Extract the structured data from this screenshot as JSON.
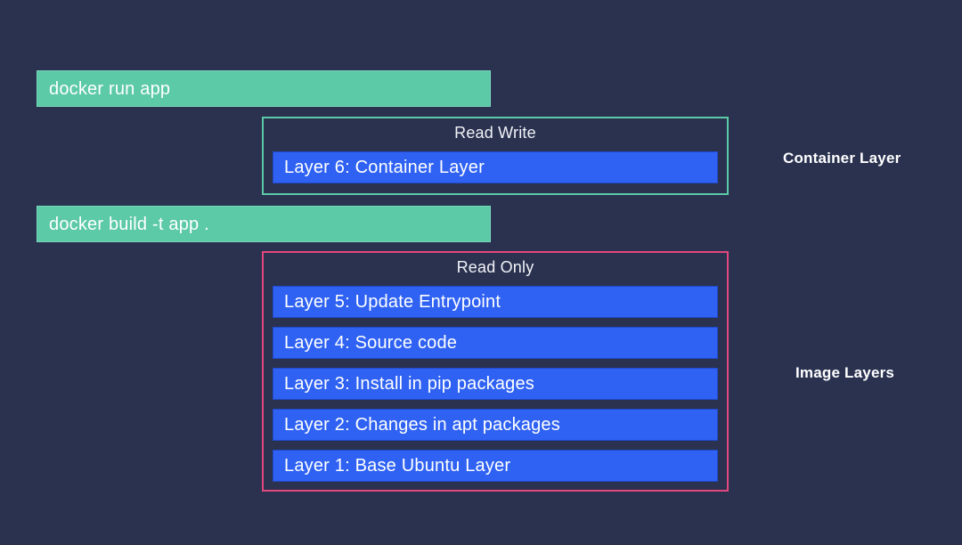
{
  "background_color": "#2a3250",
  "palette": {
    "background": "#2a3250",
    "command_bar": "#5cc9a7",
    "layer_bar": "#2f62f3",
    "read_write_border": "#5cc9a7",
    "read_only_border": "#e2477e",
    "text": "#ffffff"
  },
  "commands": [
    {
      "id": "docker-run",
      "text": "docker run app"
    },
    {
      "id": "docker-build",
      "text": "docker build -t app ."
    }
  ],
  "groups": [
    {
      "id": "read-write",
      "title": "Read Write",
      "border_color": "#5cc9a7",
      "layers": [
        {
          "label": "Layer 6: Container Layer"
        }
      ]
    },
    {
      "id": "read-only",
      "title": "Read Only",
      "border_color": "#e2477e",
      "layers": [
        {
          "label": "Layer 5: Update Entrypoint"
        },
        {
          "label": "Layer 4: Source code"
        },
        {
          "label": "Layer 3: Install in pip packages"
        },
        {
          "label": "Layer 2: Changes in apt packages"
        },
        {
          "label": "Layer 1: Base Ubuntu Layer"
        }
      ]
    }
  ],
  "side_labels": [
    {
      "id": "container-layer",
      "text": "Container Layer"
    },
    {
      "id": "image-layers",
      "text": "Image Layers"
    }
  ]
}
